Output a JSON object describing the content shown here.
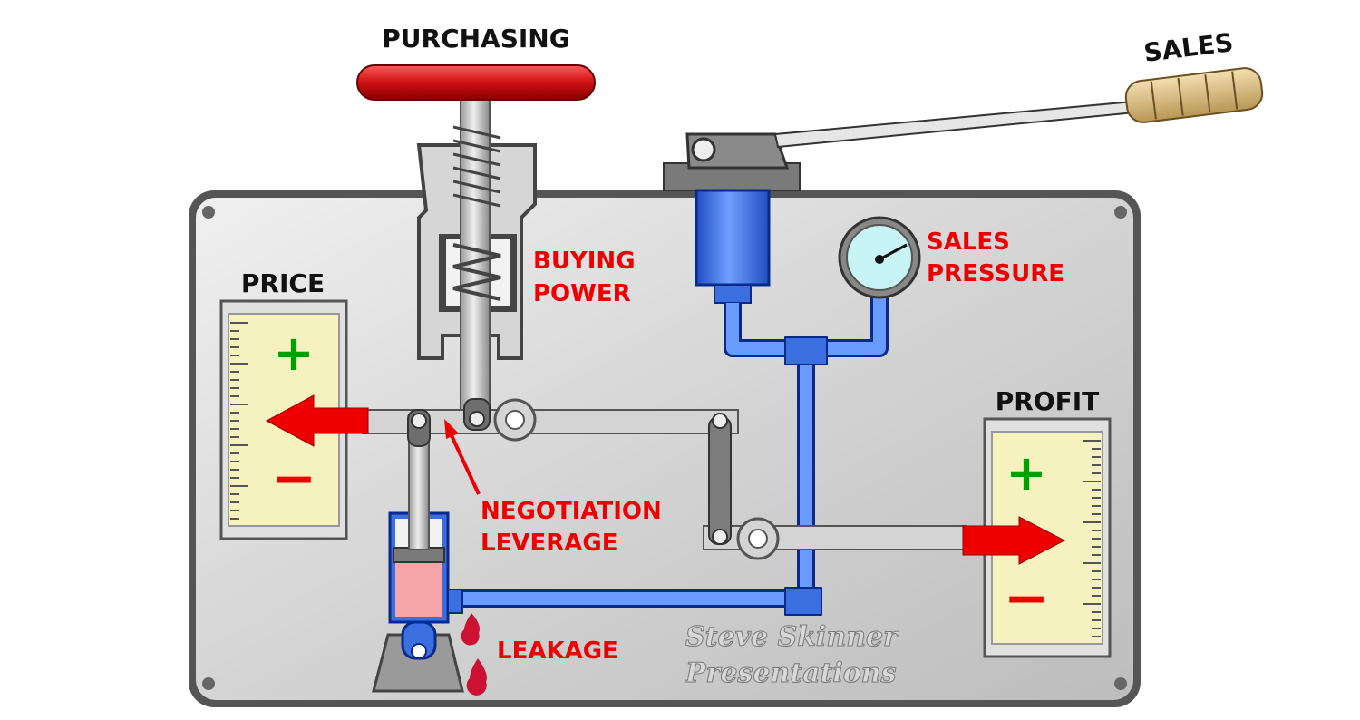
{
  "labels": {
    "purchasing": "PURCHASING",
    "sales": "SALES",
    "price": "PRICE",
    "profit": "PROFIT",
    "buying_power_line1": "BUYING",
    "buying_power_line2": "POWER",
    "sales_pressure_line1": "SALES",
    "sales_pressure_line2": "PRESSURE",
    "negotiation_line1": "NEGOTIATION",
    "negotiation_line2": "LEVERAGE",
    "leakage": "LEAKAGE",
    "price_plus": "+",
    "price_minus": "−",
    "profit_plus": "+",
    "profit_minus": "−"
  },
  "watermark": {
    "line1": "Steve Skinner",
    "line2": "Presentations"
  },
  "colors": {
    "panel": "#cfcfcf",
    "pipe_blue": "#3b6fe0",
    "red_arrow": "#ee0000",
    "handwheel": "#cc1111",
    "gauge_face": "#c8f4f6",
    "meter_face": "#f6f2c0",
    "leak_drop": "#cc1133"
  }
}
